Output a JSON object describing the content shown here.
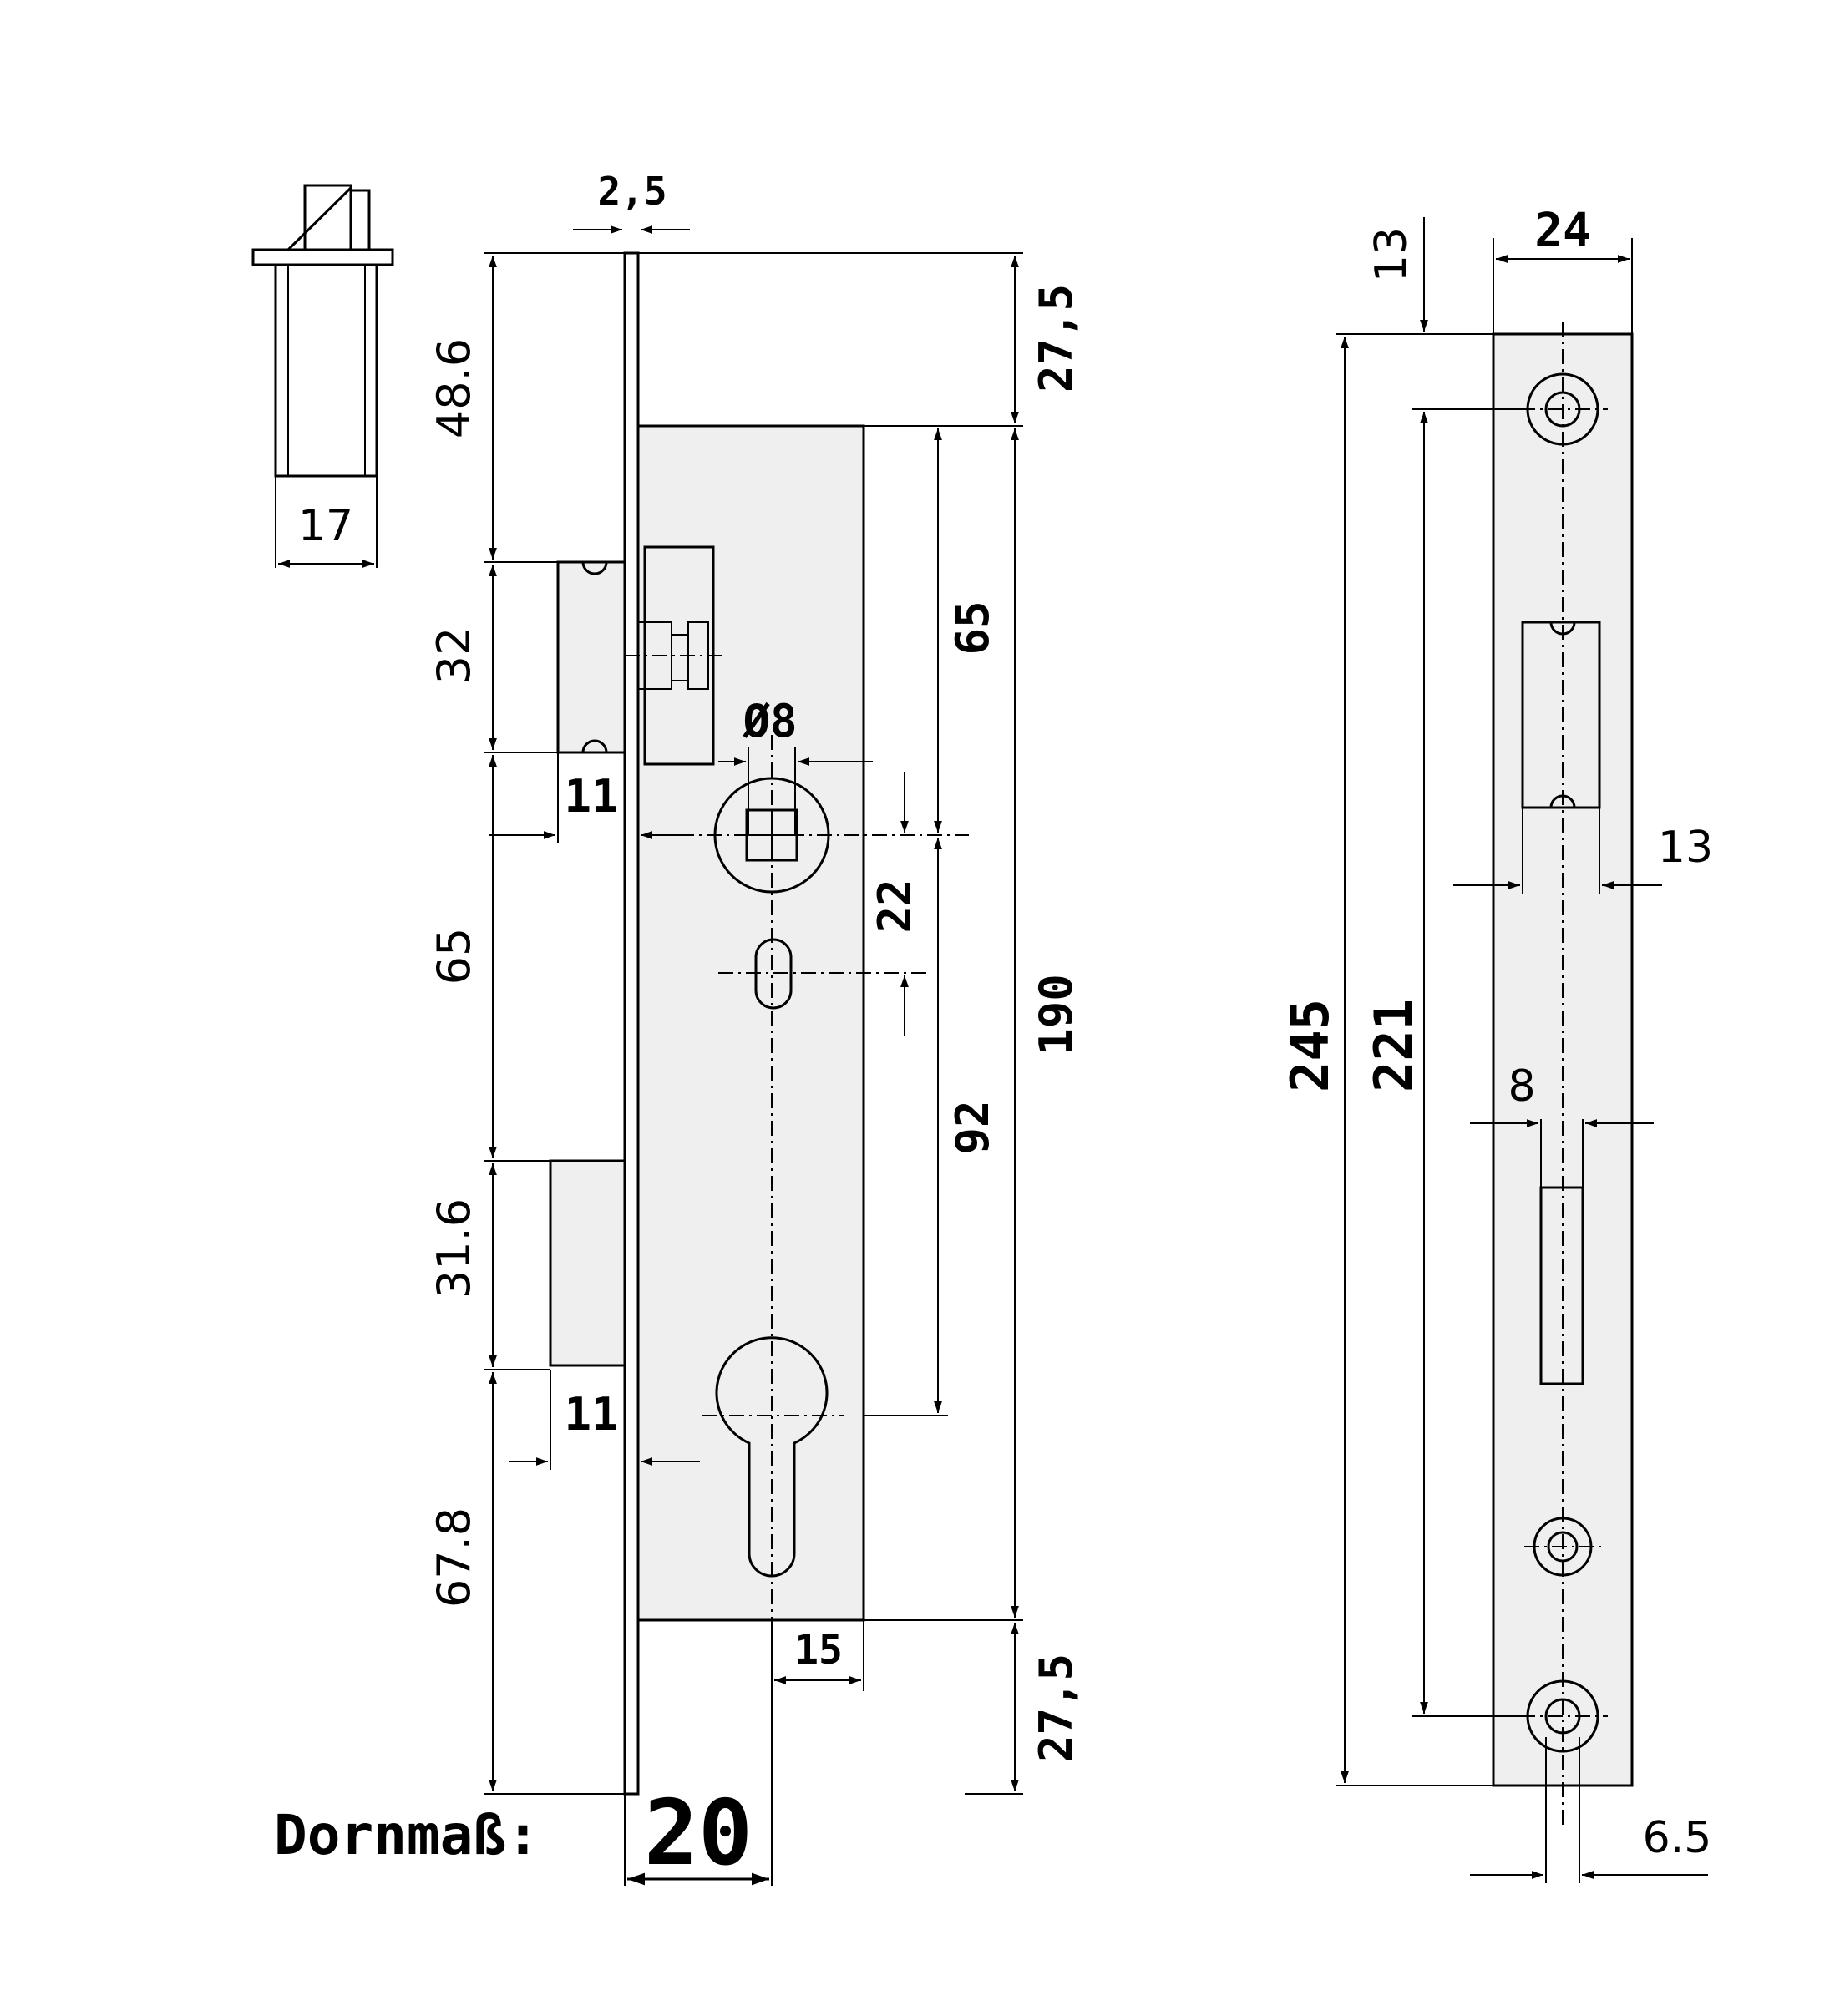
{
  "dims": {
    "d_2_5": "2,5",
    "d_27_5_top": "27,5",
    "d_27_5_bottom": "27,5",
    "d_48_6": "48.6",
    "d_32": "32",
    "d_65_left": "65",
    "d_31_6": "31.6",
    "d_67_8": "67.8",
    "d_11_top": "11",
    "d_11_bottom": "11",
    "d_17": "17",
    "d_65_right": "65",
    "d_phi8": "Ø8",
    "d_22": "22",
    "d_92": "92",
    "d_190": "190",
    "d_15": "15",
    "d_24": "24",
    "d_13_top": "13",
    "d_13_side": "13",
    "d_245": "245",
    "d_221": "221",
    "d_8": "8",
    "d_6_5": "6.5"
  },
  "dornmass": {
    "label": "Dornmaß:",
    "value": "20"
  }
}
